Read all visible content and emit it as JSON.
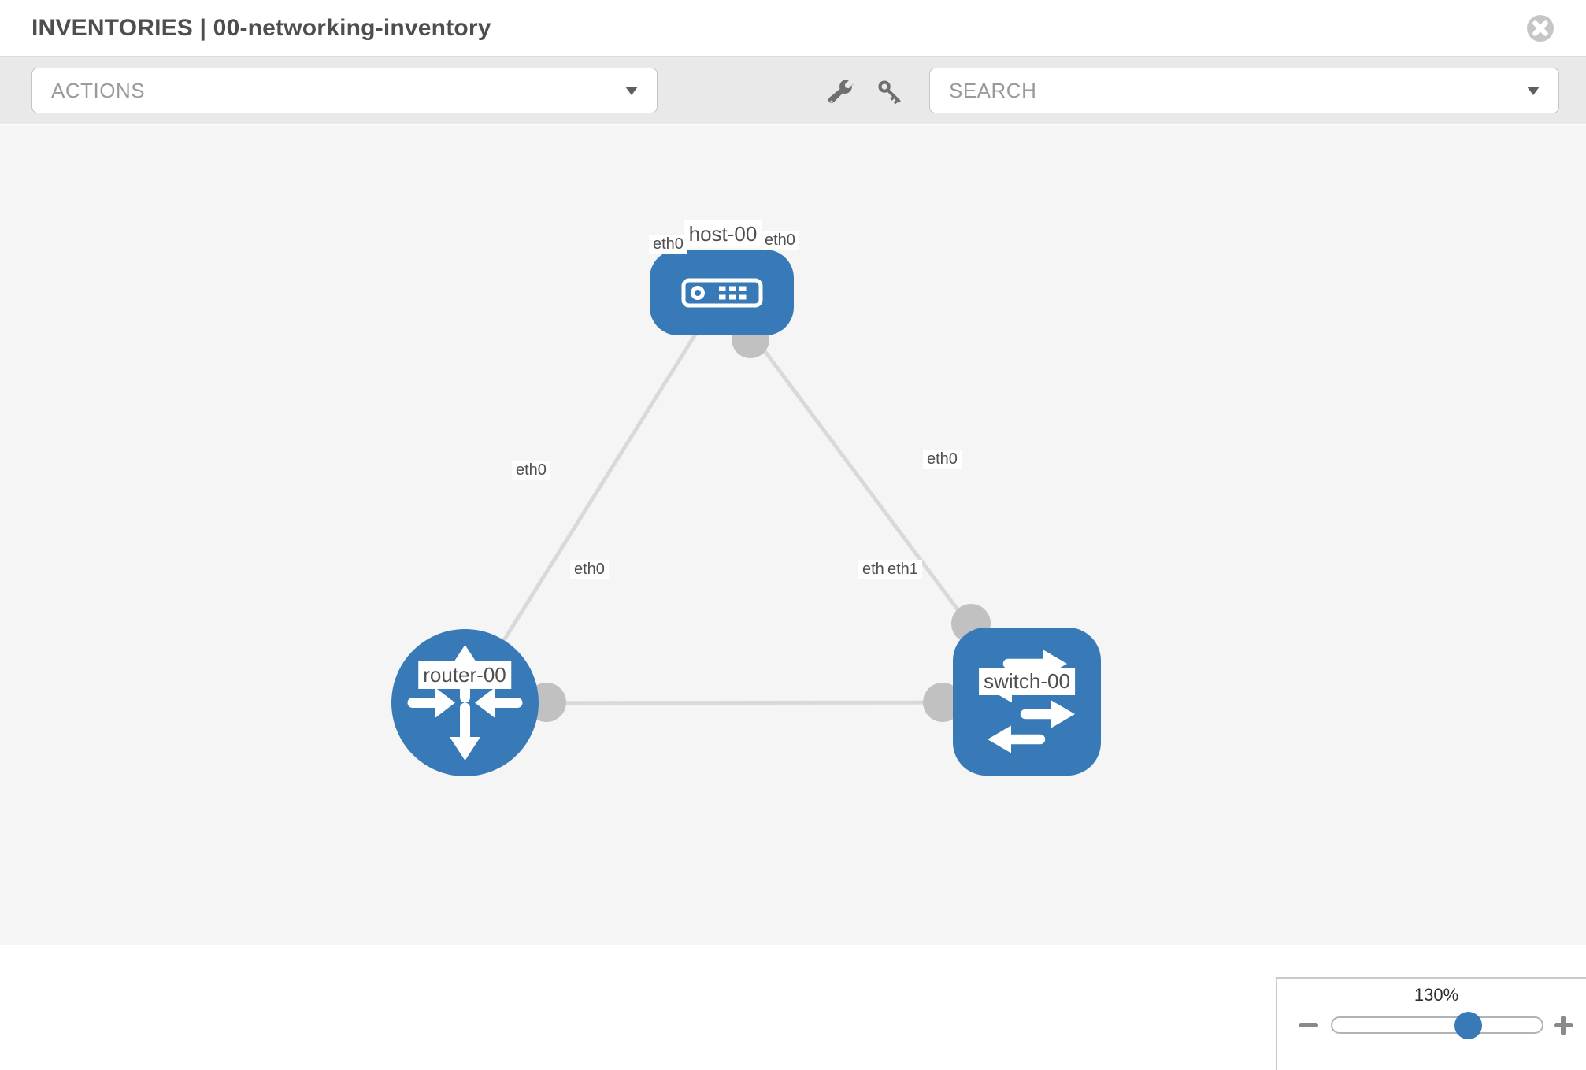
{
  "window": {
    "title": "INVENTORIES | 00-networking-inventory"
  },
  "toolbar": {
    "actions_label": "ACTIONS",
    "search_label": "SEARCH"
  },
  "icons": {
    "close": "circle-x",
    "actions_caret": "caret-down",
    "search_caret": "caret-down",
    "tools": "wrench",
    "credentials": "key",
    "zoom_out": "minus",
    "zoom_in": "plus"
  },
  "topology": {
    "nodes": [
      {
        "label": "host-00",
        "kind": "host"
      },
      {
        "label": "router-00",
        "kind": "router"
      },
      {
        "label": "switch-00",
        "kind": "switch"
      }
    ],
    "interface_labels": {
      "host_left": "eth0",
      "host_right": "eth0",
      "router_uplink": "eth0",
      "switch_uplink": "eth0",
      "router_to_switch": "eth0",
      "switch_to_router_back": "eth0",
      "switch_to_router_front": "eth1"
    }
  },
  "zoom_control": {
    "level": "130%"
  },
  "colors": {
    "accent": "#377ab7",
    "node": "#377ab7",
    "connector": "#c1c1c1",
    "link": "#d9d9d9"
  }
}
